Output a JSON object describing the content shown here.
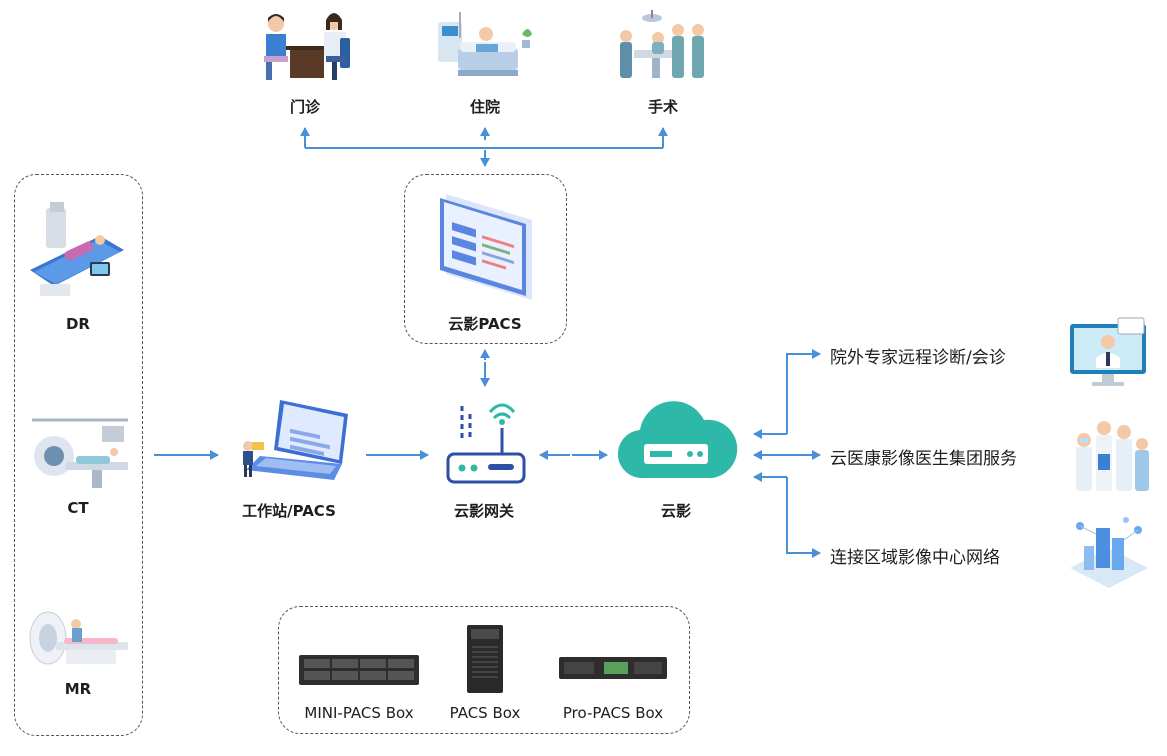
{
  "top_nodes": [
    {
      "label": "门诊",
      "icon": "outpatient-icon"
    },
    {
      "label": "住院",
      "icon": "inpatient-bed-icon"
    },
    {
      "label": "手术",
      "icon": "surgery-icon"
    }
  ],
  "modalities": [
    {
      "label": "DR",
      "icon": "dr-scanner-icon"
    },
    {
      "label": "CT",
      "icon": "ct-scanner-icon"
    },
    {
      "label": "MR",
      "icon": "mr-scanner-icon"
    }
  ],
  "center": {
    "cloud_pacs": "云影PACS",
    "workstation": "工作站/PACS",
    "gateway": "云影网关",
    "cloud": "云影"
  },
  "boxes": [
    {
      "label": "MINI-PACS Box",
      "icon": "mini-pacs-rack-icon"
    },
    {
      "label": "PACS Box",
      "icon": "pacs-tower-icon"
    },
    {
      "label": "Pro-PACS Box",
      "icon": "pro-pacs-rack-icon"
    }
  ],
  "services": [
    {
      "label": "院外专家远程诊断/会诊",
      "icon": "remote-consult-monitor-icon"
    },
    {
      "label": "云医康影像医生集团服务",
      "icon": "doctor-group-icon"
    },
    {
      "label": "连接区域影像中心网络",
      "icon": "regional-network-city-icon"
    }
  ],
  "colors": {
    "arrow": "#4a90d9",
    "accent": "#2eb8a8",
    "screen": "#3a6fd8"
  }
}
